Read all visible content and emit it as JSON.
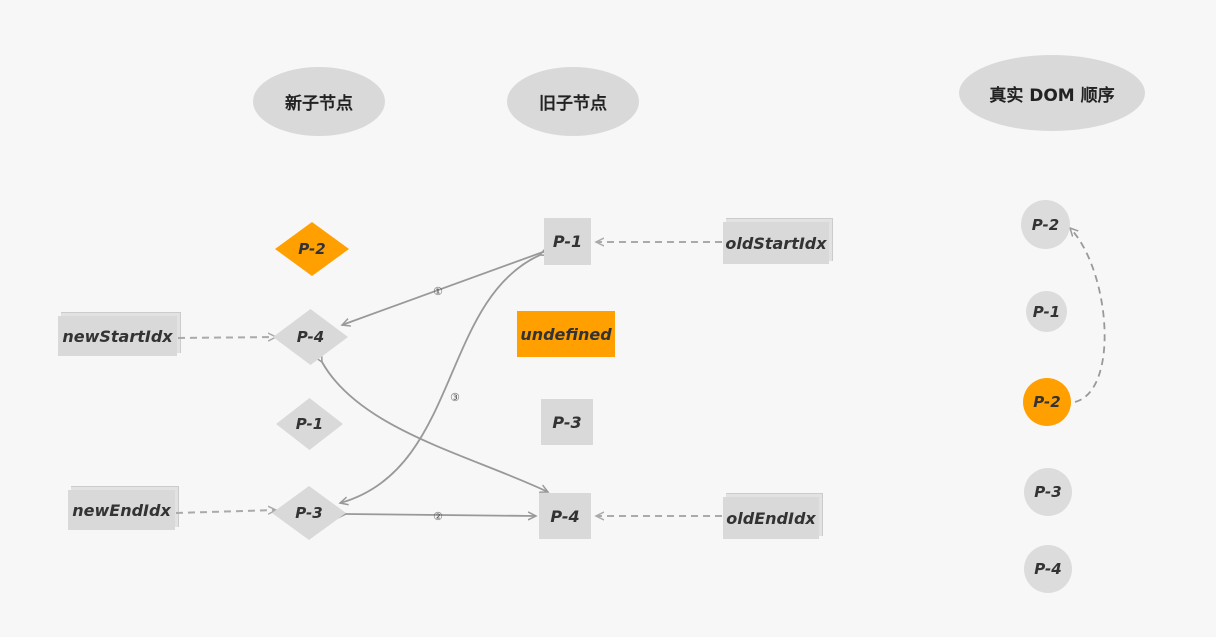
{
  "headers": {
    "new_children": "新子节点",
    "old_children": "旧子节点",
    "real_dom_order": "真实 DOM 顺序"
  },
  "new_nodes": [
    "P-2",
    "P-4",
    "P-1",
    "P-3"
  ],
  "old_nodes": [
    "P-1",
    "undefined",
    "P-3",
    "P-4"
  ],
  "dom_order": [
    "P-2",
    "P-1",
    "P-2",
    "P-3",
    "P-4"
  ],
  "pointers": {
    "new_start": "newStartIdx",
    "new_end": "newEndIdx",
    "old_start": "oldStartIdx",
    "old_end": "oldEndIdx"
  },
  "edge_labels": [
    "①",
    "②",
    "③"
  ],
  "colors": {
    "highlight": "#ffa000",
    "node": "#d9d9d9",
    "edge": "#999999"
  }
}
